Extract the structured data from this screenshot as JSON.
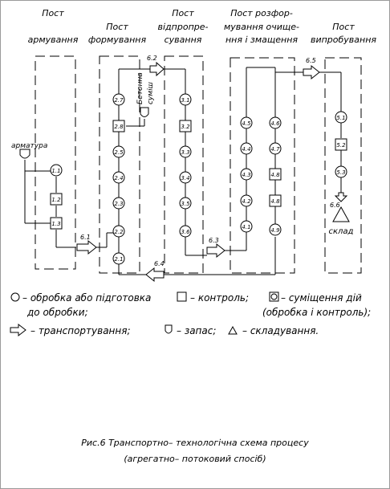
{
  "posts": [
    {
      "id": "armuv",
      "lines": [
        "Пост",
        "армування"
      ]
    },
    {
      "id": "form",
      "lines": [
        "Пост",
        "формування"
      ]
    },
    {
      "id": "teplo",
      "lines": [
        "Пост",
        "відпропре-",
        "сування"
      ]
    },
    {
      "id": "rozf",
      "lines": [
        "Пост розфор-",
        "мування очище-",
        "ння і змащення"
      ]
    },
    {
      "id": "vypr",
      "lines": [
        "Пост",
        "випробування"
      ]
    }
  ],
  "material_label": "арматура",
  "concrete_label": [
    "Бетонна",
    "суміш"
  ],
  "storage_label": "склад",
  "ops": {
    "armuv": [
      "1.1",
      "1.2",
      "1.3"
    ],
    "form": [
      "2.7",
      "2.8",
      "2.5",
      "2.4",
      "2.3",
      "2.2",
      "2.1"
    ],
    "teplo": [
      "3.1",
      "3.2",
      "3.3",
      "3.4",
      "3.5",
      "3.6"
    ],
    "rozf_left": [
      "4.5",
      "4.4",
      "4.3",
      "4.2",
      "4.1"
    ],
    "rozf_right": [
      "4.6",
      "4.7",
      "4.8",
      "4.8",
      "4.9"
    ],
    "vypr": [
      "5.1",
      "5.2",
      "5.3"
    ]
  },
  "transport": [
    "6.1",
    "6.2",
    "6.3",
    "6.4",
    "6.5",
    "6.6"
  ],
  "legend": {
    "line1_a": "– обробка або підготовка",
    "line1_b": "– контроль;",
    "line1_c": "– суміщення дій",
    "line2_a": "до обробки;",
    "line2_b": "(обробка і контроль);",
    "line3_a": "– транспортування;",
    "line3_b": "– запас;",
    "line3_c": "– складування."
  },
  "caption": {
    "line1": "Рис.6 Транспортно– технологічна схема процесу",
    "line2": "(агрегатно– потоковий спосіб)"
  }
}
